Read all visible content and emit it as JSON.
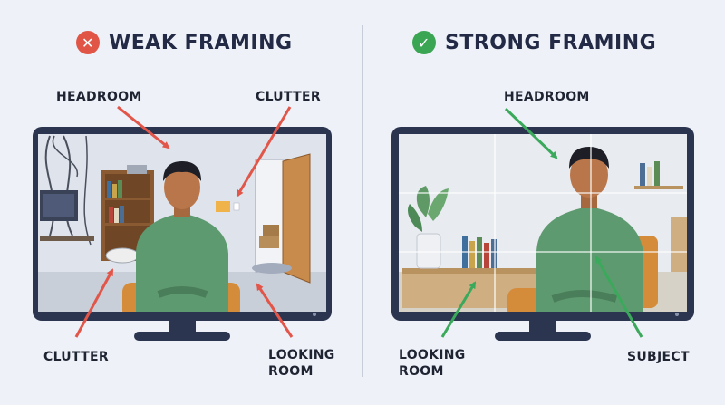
{
  "left_panel": {
    "title": "WEAK FRAMING",
    "badge_icon": "x-icon",
    "badge_color": "#e05546",
    "labels": {
      "headroom": "HEADROOM",
      "clutter_top": "CLUTTER",
      "clutter_bottom": "CLUTTER",
      "looking_room_1": "LOOKING",
      "looking_room_2": "ROOM"
    }
  },
  "right_panel": {
    "title": "STRONG FRAMING",
    "badge_icon": "check-icon",
    "badge_color": "#3aa653",
    "labels": {
      "headroom": "HEADROOM",
      "looking_room_1": "LOOKING",
      "looking_room_2": "ROOM",
      "subject": "SUBJECT"
    }
  },
  "colors": {
    "bad_arrow": "#e2564a",
    "good_arrow": "#3ba95b",
    "monitor": "#2b3550",
    "shirt": "#5e9a6f",
    "chair": "#d48b3a"
  }
}
